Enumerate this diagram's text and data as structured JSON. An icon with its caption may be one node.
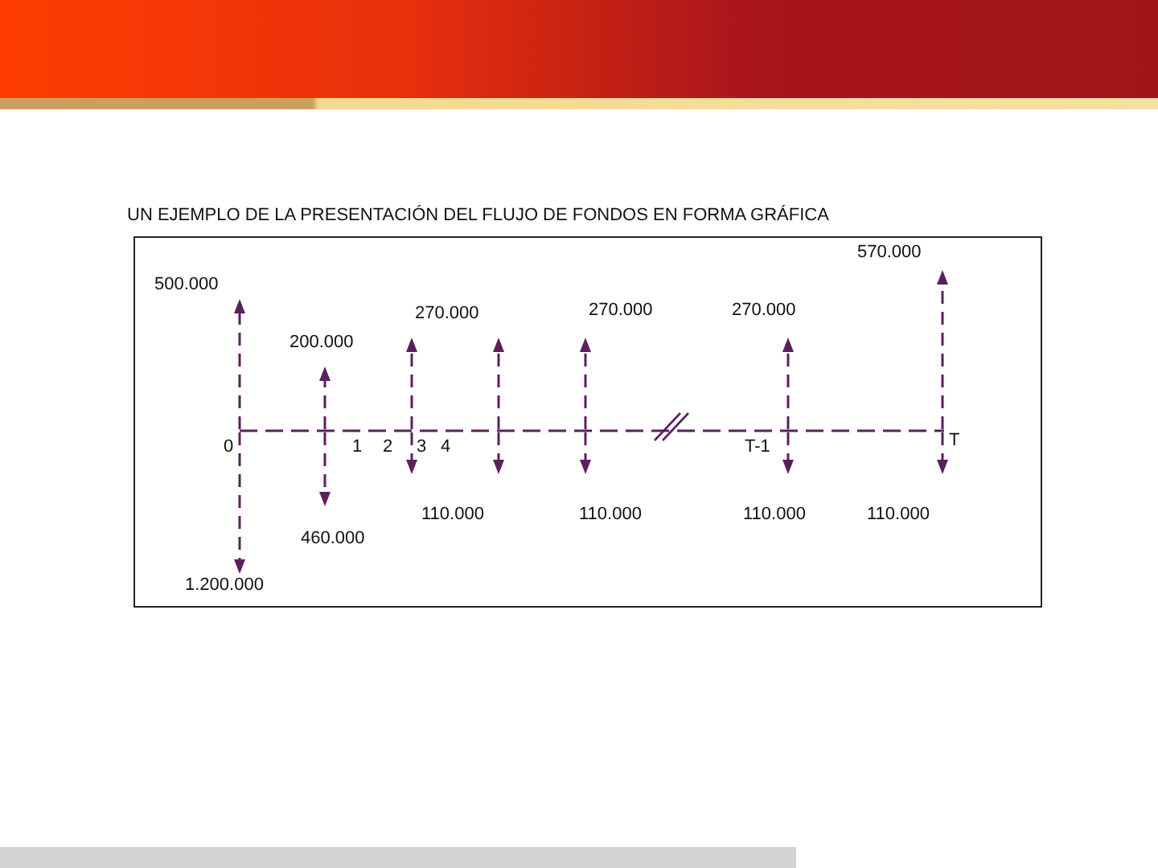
{
  "diagram": {
    "title": "UN EJEMPLO DE LA PRESENTACIÓN DEL FLUJO DE FONDOS EN FORMA GRÁFICA",
    "labels": [
      "570.000",
      "500.000",
      "270.000",
      "270.000",
      "270.000",
      "200.000",
      "0",
      "1",
      "2",
      "3",
      "4",
      "T-1",
      "T",
      "110.000",
      "110.000",
      "110.000",
      "110.000",
      "460.000",
      "1.200.000"
    ]
  }
}
